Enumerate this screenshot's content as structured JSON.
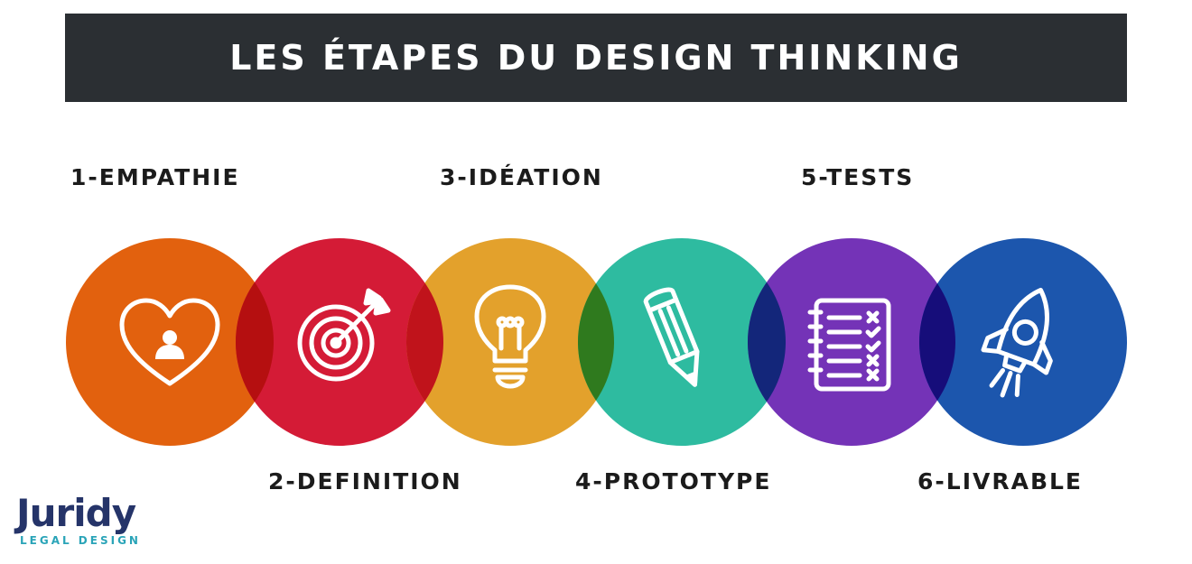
{
  "title": "LES ÉTAPES DU DESIGN THINKING",
  "steps": [
    {
      "label": "1-EMPATHIE",
      "icon": "heart-person-icon",
      "color": "#e2610e"
    },
    {
      "label": "2-DEFINITION",
      "icon": "target-icon",
      "color": "#d41b36"
    },
    {
      "label": "3-IDÉATION",
      "icon": "lightbulb-icon",
      "color": "#e3a12c"
    },
    {
      "label": "4-PROTOTYPE",
      "icon": "pencil-icon",
      "color": "#2ebba0"
    },
    {
      "label": "5-TESTS",
      "icon": "checklist-icon",
      "color": "#7433b7"
    },
    {
      "label": "6-LIVRABLE",
      "icon": "rocket-icon",
      "color": "#1c56ad"
    }
  ],
  "colors": {
    "title_bar": "#2b2f33",
    "overlap_1_2": "#b50f10",
    "overlap_2_3": "#c0131b",
    "overlap_3_4": "#2f7a1e",
    "overlap_4_5": "#13267a",
    "overlap_5_6": "#160d7a"
  },
  "logo": {
    "name": "Juridy",
    "tagline": "LEGAL DESIGN"
  }
}
